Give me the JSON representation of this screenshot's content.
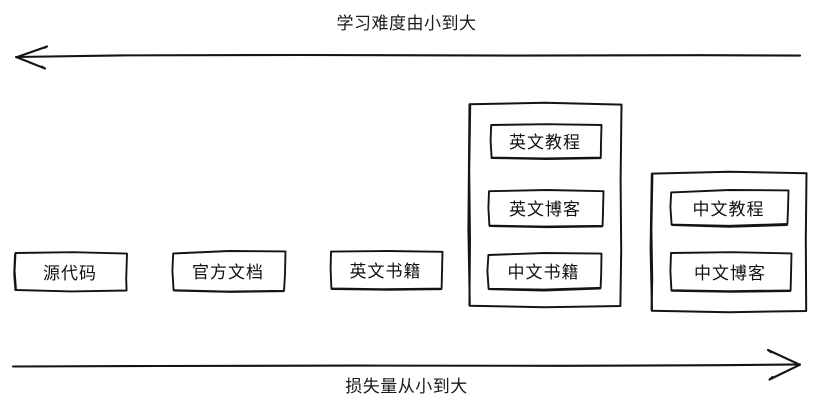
{
  "diagram": {
    "title_top": "学习难度由小到大",
    "title_bottom": "损失量从小到大",
    "top_axis": {
      "label": "学习难度由小到大",
      "direction": "left",
      "icon": "left-arrow-icon"
    },
    "bottom_axis": {
      "label": "损失量从小到大",
      "direction": "right",
      "icon": "right-arrow-icon"
    },
    "stroke_color": "#141414",
    "background_color": "#ffffff",
    "nodes": [
      {
        "id": "source-code",
        "label": "源代码"
      },
      {
        "id": "official-docs",
        "label": "官方文档"
      },
      {
        "id": "english-books",
        "label": "英文书籍"
      }
    ],
    "groups": [
      {
        "id": "group-1",
        "items": [
          {
            "id": "english-tutorial",
            "label": "英文教程"
          },
          {
            "id": "english-blog",
            "label": "英文博客"
          },
          {
            "id": "chinese-books",
            "label": "中文书籍"
          }
        ]
      },
      {
        "id": "group-2",
        "items": [
          {
            "id": "chinese-tutorial",
            "label": "中文教程"
          },
          {
            "id": "chinese-blog",
            "label": "中文博客"
          }
        ]
      }
    ]
  }
}
